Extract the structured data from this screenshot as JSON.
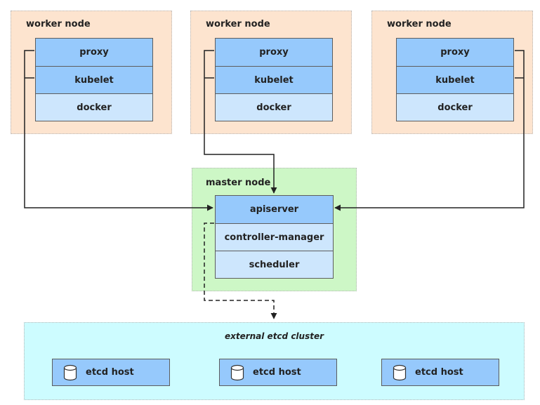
{
  "workers": [
    {
      "title": "worker node",
      "components": [
        "proxy",
        "kubelet",
        "docker"
      ]
    },
    {
      "title": "worker node",
      "components": [
        "proxy",
        "kubelet",
        "docker"
      ]
    },
    {
      "title": "worker node",
      "components": [
        "proxy",
        "kubelet",
        "docker"
      ]
    }
  ],
  "master": {
    "title": "master node",
    "components": [
      "apiserver",
      "controller-manager",
      "scheduler"
    ]
  },
  "etcd": {
    "title": "external etcd cluster",
    "hosts": [
      "etcd host",
      "etcd host",
      "etcd host"
    ],
    "host_icon": "database-icon"
  },
  "colors": {
    "worker_bg": "#fde4cf",
    "master_bg": "#cdf7c6",
    "etcd_bg": "#cdfcff",
    "component_dark": "#96c9fc",
    "component_light": "#cde6fd"
  }
}
